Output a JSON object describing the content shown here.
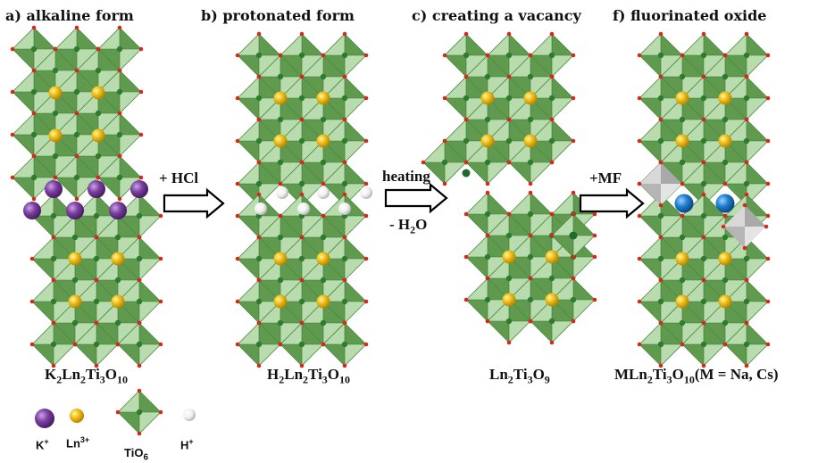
{
  "panels": {
    "a": "a) alkaline form",
    "b": "b) protonated form",
    "c": "c) creating a vacancy",
    "f": "f) fluorinated oxide"
  },
  "formulas": {
    "a": {
      "p1": "K",
      "s1": "2",
      "p2": "Ln",
      "s2": "2",
      "p3": "Ti",
      "s3": "3",
      "p4": "O",
      "s4": "10"
    },
    "b": {
      "p1": "H",
      "s1": "2",
      "p2": "Ln",
      "s2": "2",
      "p3": "Ti",
      "s3": "3",
      "p4": "O",
      "s4": "10"
    },
    "c": {
      "p1": "Ln",
      "s1": "2",
      "p2": "Ti",
      "s2": "3",
      "p3": "O",
      "s3": "9"
    },
    "f": {
      "p1": "MLn",
      "s1": "2",
      "p2": "Ti",
      "s2": "3",
      "p3": "O",
      "s3": "10",
      "tail": "(M = Na, Cs)"
    }
  },
  "arrows": {
    "hcl": "+ HCl",
    "heating": "heating",
    "water_prefix": "- H",
    "water_sub": "2",
    "water_suffix": "O",
    "mf": "+MF"
  },
  "legend": {
    "k": {
      "base": "K",
      "sup": "+"
    },
    "ln": {
      "base": "Ln",
      "sup": "3+"
    },
    "tio6": {
      "base": "TiO",
      "sub": "6"
    },
    "h": {
      "base": "H",
      "sup": "+"
    }
  },
  "colors": {
    "octa_dark": "#5f9a4f",
    "octa_light": "#b8dcae",
    "oxygen": "#d42a1e",
    "ti_center": "#2e7d2e",
    "ln": "#f3c21a",
    "k": "#7b3fa0",
    "h": "#f2f2f2",
    "m": "#1f7fd0"
  }
}
